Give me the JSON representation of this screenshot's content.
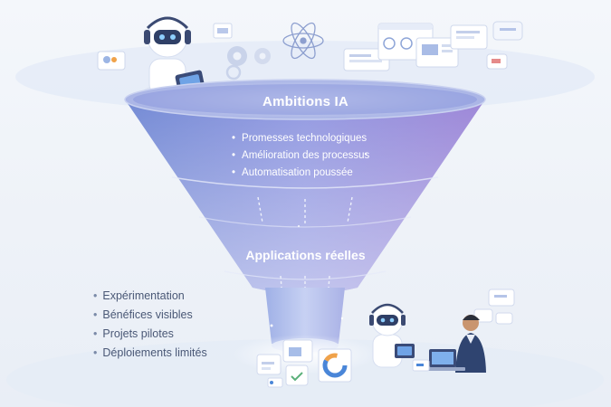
{
  "funnel": {
    "top_title": "Ambitions IA",
    "top_items": [
      "Promesses technologiques",
      "Amélioration des processus",
      "Automatisation poussée"
    ],
    "middle_title": "Applications réelles"
  },
  "results": {
    "items": [
      "Expérimentation",
      "Bénéfices visibles",
      "Projets pilotes",
      "Déploiements limités"
    ]
  },
  "colors": {
    "funnel_top": "#7f9be0",
    "funnel_mid": "#8a86d9",
    "funnel_bottom": "#b9c6ee",
    "accent_orange": "#f0a24a",
    "accent_blue": "#4a86d8",
    "text_dark": "#4a5876"
  },
  "icons": [
    "robot-icon",
    "tablet-icon",
    "gear-icon",
    "atom-icon",
    "dashboard-window-icon",
    "chat-bubble-icon",
    "cloud-icon",
    "pie-chart-icon",
    "document-icon",
    "person-icon",
    "laptop-icon"
  ]
}
